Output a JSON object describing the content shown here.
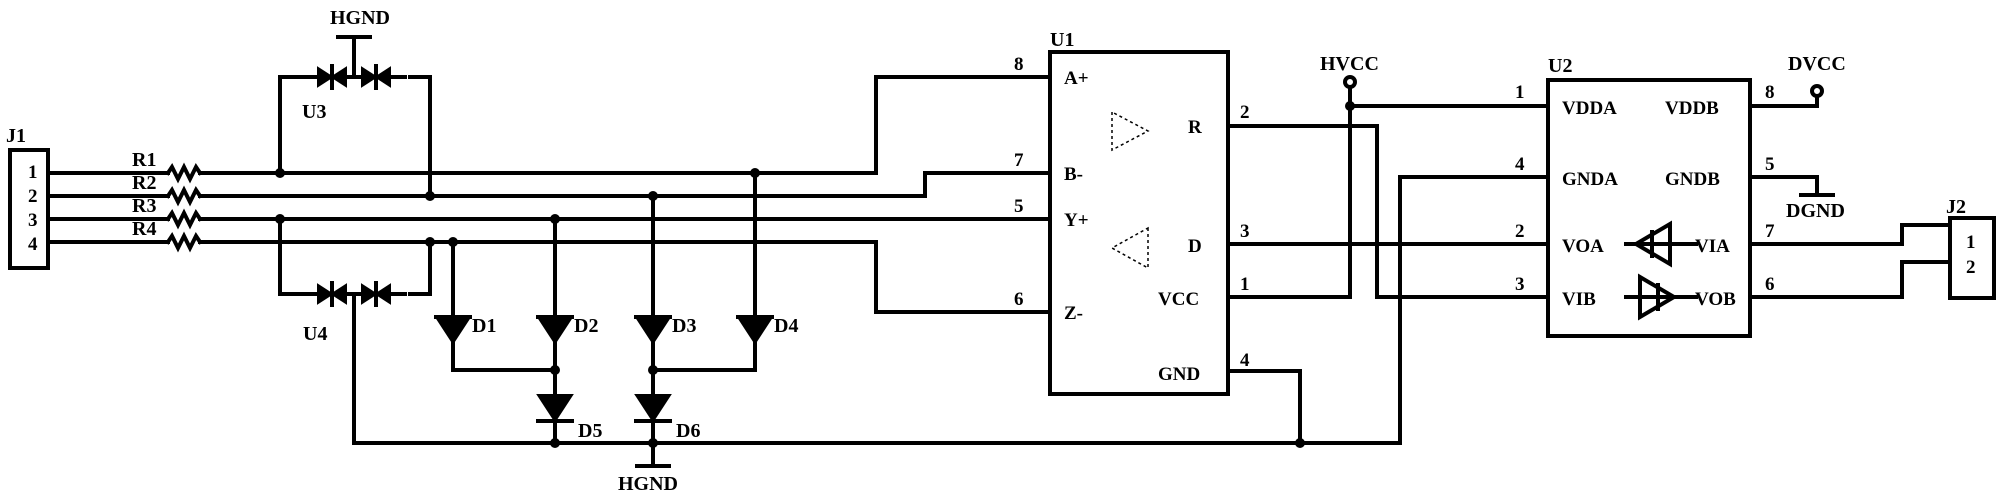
{
  "connectors": {
    "j1": {
      "ref": "J1",
      "pins": [
        "1",
        "2",
        "3",
        "4"
      ]
    },
    "j2": {
      "ref": "J2",
      "pins": [
        "1",
        "2"
      ]
    }
  },
  "resistors": [
    "R1",
    "R2",
    "R3",
    "R4"
  ],
  "diodes": [
    "D1",
    "D2",
    "D3",
    "D4",
    "D5",
    "D6"
  ],
  "protection": {
    "u3": "U3",
    "u4": "U4"
  },
  "power": {
    "hgnd_top": "HGND",
    "hgnd_bottom": "HGND",
    "hvcc": "HVCC",
    "dvcc": "DVCC",
    "dgnd": "DGND"
  },
  "u1": {
    "ref": "U1",
    "left_pins": [
      {
        "num": "8",
        "name": "A+"
      },
      {
        "num": "7",
        "name": "B-"
      },
      {
        "num": "5",
        "name": "Y+"
      },
      {
        "num": "6",
        "name": "Z-"
      }
    ],
    "right_pins": [
      {
        "num": "2",
        "name": "R"
      },
      {
        "num": "3",
        "name": "D"
      },
      {
        "num": "1",
        "name": "VCC"
      },
      {
        "num": "4",
        "name": "GND"
      }
    ]
  },
  "u2": {
    "ref": "U2",
    "left_pins": [
      {
        "num": "1",
        "name": "VDDA"
      },
      {
        "num": "4",
        "name": "GNDA"
      },
      {
        "num": "2",
        "name": "VOA"
      },
      {
        "num": "3",
        "name": "VIB"
      }
    ],
    "right_pins": [
      {
        "num": "8",
        "name": "VDDB"
      },
      {
        "num": "5",
        "name": "GNDB"
      },
      {
        "num": "7",
        "name": "VIA"
      },
      {
        "num": "6",
        "name": "VOB"
      }
    ]
  }
}
